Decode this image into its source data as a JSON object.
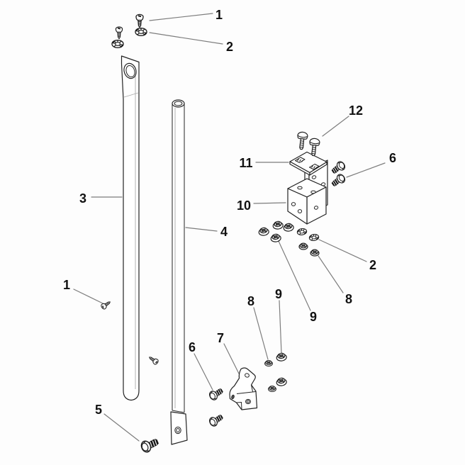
{
  "diagram": {
    "type": "exploded-parts-diagram",
    "background_color": "#fdfdfd",
    "line_color": "#232323",
    "leader_color": "#7d7d7d",
    "label_color": "#111111",
    "callouts": [
      {
        "label": "1",
        "part": "pan-head-screw"
      },
      {
        "label": "2",
        "part": "lock-washer"
      },
      {
        "label": "3",
        "part": "flat-support-bar"
      },
      {
        "label": "4",
        "part": "support-tube"
      },
      {
        "label": "12",
        "part": "carriage-bolt"
      },
      {
        "label": "6",
        "part": "hex-flange-bolt"
      },
      {
        "label": "11",
        "part": "slotted-clamp-plate"
      },
      {
        "label": "10",
        "part": "z-mounting-bracket"
      },
      {
        "label": "2",
        "part": "lock-washer"
      },
      {
        "label": "8",
        "part": "hex-nut"
      },
      {
        "label": "9",
        "part": "flange-nut"
      },
      {
        "label": "1",
        "part": "pan-head-screw"
      },
      {
        "label": "9",
        "part": "flange-nut"
      },
      {
        "label": "8",
        "part": "hex-nut"
      },
      {
        "label": "7",
        "part": "pivot-bracket"
      },
      {
        "label": "6",
        "part": "hex-flange-bolt"
      },
      {
        "label": "5",
        "part": "hex-flange-bolt-large"
      }
    ],
    "parts_legend": [
      {
        "number": "1",
        "name": "pan-head-screw",
        "drawn_quantity": 4
      },
      {
        "number": "2",
        "name": "lock-washer",
        "drawn_quantity": 4
      },
      {
        "number": "3",
        "name": "flat-support-bar",
        "drawn_quantity": 1
      },
      {
        "number": "4",
        "name": "support-tube",
        "drawn_quantity": 1
      },
      {
        "number": "5",
        "name": "hex-flange-bolt-large",
        "drawn_quantity": 1
      },
      {
        "number": "6",
        "name": "hex-flange-bolt",
        "drawn_quantity": 4
      },
      {
        "number": "7",
        "name": "pivot-bracket",
        "drawn_quantity": 1
      },
      {
        "number": "8",
        "name": "hex-nut",
        "drawn_quantity": 4
      },
      {
        "number": "9",
        "name": "flange-nut",
        "drawn_quantity": 6
      },
      {
        "number": "10",
        "name": "z-mounting-bracket",
        "drawn_quantity": 1
      },
      {
        "number": "11",
        "name": "slotted-clamp-plate",
        "drawn_quantity": 1
      },
      {
        "number": "12",
        "name": "carriage-bolt",
        "drawn_quantity": 2
      }
    ]
  }
}
